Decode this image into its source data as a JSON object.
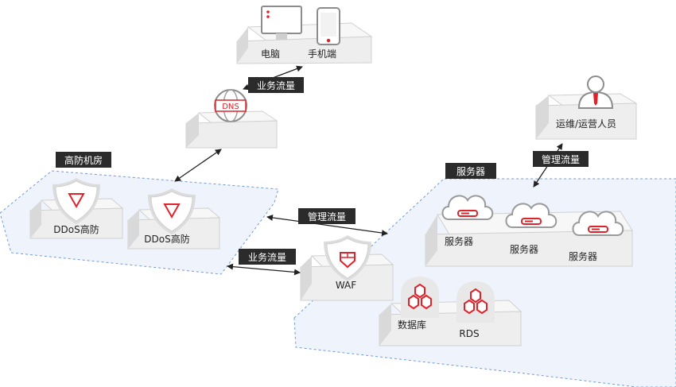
{
  "colors": {
    "accent": "#e0232b",
    "zone_fill": "#eef3fc",
    "zone_border": "#6f9bd8",
    "tag_bg": "#2b2b2b",
    "platform_top": "#f7f7f7",
    "platform_side": "#d9d9d9"
  },
  "nodes": {
    "pc": "电脑",
    "mobile": "手机端",
    "ops": "运维/运营人员",
    "ddos1": "DDoS高防",
    "ddos2": "DDoS高防",
    "waf": "WAF",
    "server1": "服务器",
    "server2": "服务器",
    "server3": "服务器",
    "db": "数据库",
    "rds": "RDS"
  },
  "tags": {
    "business_top": "业务流量",
    "highdef_room": "高防机房",
    "mgmt_ops": "管理流量",
    "server_zone": "服务器",
    "mgmt_mid": "管理流量",
    "business_mid": "业务流量"
  },
  "icons": {
    "dns": "DNS",
    "monitor": "monitor-icon",
    "phone": "phone-icon",
    "user": "user-icon",
    "shield": "shield-icon",
    "cloud": "cloud-server-icon",
    "database": "database-icon"
  }
}
